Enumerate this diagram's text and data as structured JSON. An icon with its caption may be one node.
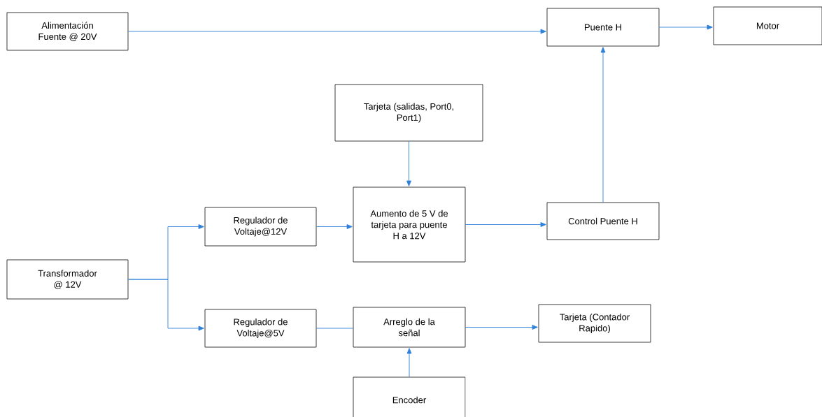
{
  "diagram": {
    "nodes": [
      {
        "text": [
          "Alimentación Fuente @ 20V"
        ]
      },
      {
        "text": [
          "Puente H"
        ]
      },
      {
        "text": [
          "Motor"
        ]
      },
      {
        "text": [
          "Tarjeta (salidas, Port0, Port1)"
        ]
      },
      {
        "text": [
          "Aumento de 5 V de tarjeta para puente H a 12V"
        ]
      },
      {
        "text": [
          "Control Puente H"
        ]
      },
      {
        "text": [
          "Transformador @ 12V"
        ]
      },
      {
        "text": [
          "Regulador de Voltaje@12V"
        ]
      },
      {
        "text": [
          "Regulador de Voltaje@5V"
        ]
      },
      {
        "text": [
          "Arreglo de la señal"
        ]
      },
      {
        "text": [
          "Tarjeta (Contador Rapido)"
        ]
      },
      {
        "text": [
          "Encoder"
        ]
      }
    ],
    "edges": [
      {
        "from": 0,
        "to": 1,
        "arrow": "to"
      },
      {
        "from": 1,
        "to": 2,
        "arrow": "to"
      },
      {
        "from": 3,
        "to": 4,
        "arrow": "to"
      },
      {
        "from": 7,
        "to": 4,
        "arrow": "to"
      },
      {
        "from": 4,
        "to": 5,
        "arrow": "to"
      },
      {
        "from": 5,
        "to": 1,
        "arrow": "to"
      },
      {
        "from": 6,
        "to": 7,
        "arrow": "to"
      },
      {
        "from": 6,
        "to": 8,
        "arrow": "to"
      },
      {
        "from": 8,
        "to": 9,
        "arrow": "none"
      },
      {
        "from": 9,
        "to": 10,
        "arrow": "to"
      },
      {
        "from": 11,
        "to": 9,
        "arrow": "to"
      }
    ]
  }
}
